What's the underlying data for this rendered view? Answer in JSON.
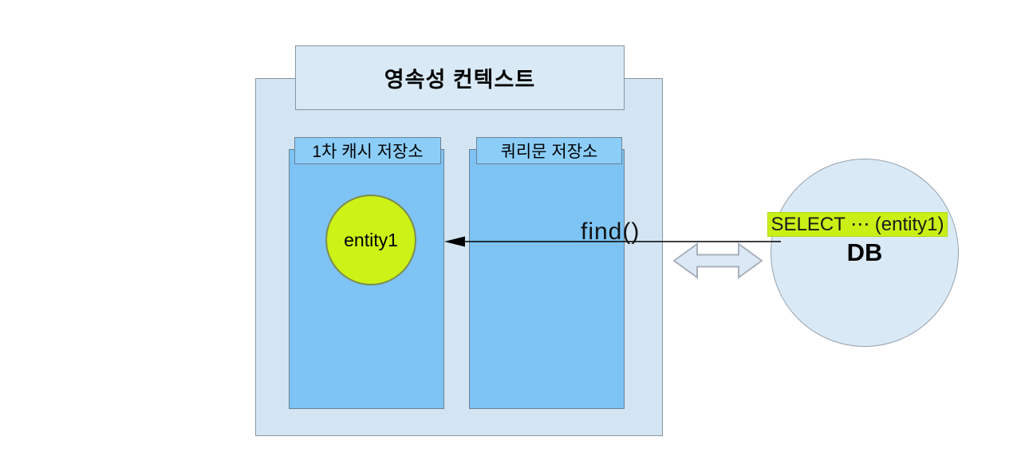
{
  "diagram": {
    "persistence_context": {
      "title": "영속성 컨텍스트",
      "first_cache_store": {
        "label": "1차 캐시 저장소",
        "entity_label": "entity1"
      },
      "query_store": {
        "label": "쿼리문 저장소"
      }
    },
    "find_call": {
      "label": "find()"
    },
    "database": {
      "label": "DB",
      "query_label": "SELECT ⋯ (entity1)"
    },
    "colors": {
      "container_fill": "#d3e5f2",
      "title_panel_fill": "#d9eaf6",
      "store_fill": "#7dc3f4",
      "store_tab_fill": "#8ccdf8",
      "entity_fill": "#ccf216",
      "entity_border": "#7b8d50",
      "db_circle_fill": "#d9e9f6",
      "sql_highlight_fill": "#c9f016",
      "double_arrow_fill": "#dbe9f6",
      "border_gray": "#8796a2",
      "arrow_black": "#000000"
    }
  }
}
